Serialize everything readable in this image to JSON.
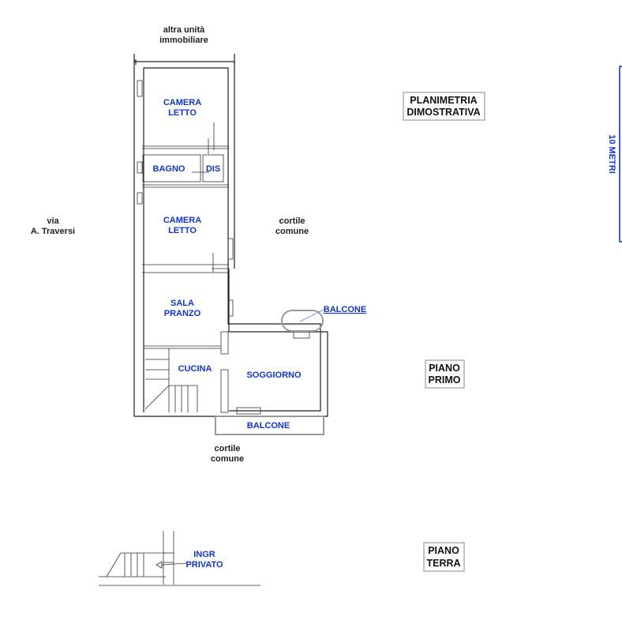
{
  "title": {
    "line1": "PLANIMETRIA",
    "line2": "DIMOSTRATIVA"
  },
  "scale_bar": {
    "label": "10 METRI",
    "color": "#1133dd"
  },
  "surroundings": {
    "top": {
      "line1": "altra unità",
      "line2": "immobiliare"
    },
    "left": {
      "line1": "via",
      "line2": "A. Traversi"
    },
    "right": {
      "line1": "cortile",
      "line2": "comune"
    },
    "bottom": {
      "line1": "cortile",
      "line2": "comune"
    }
  },
  "floors": {
    "primo": {
      "label": {
        "line1": "PIANO",
        "line2": "PRIMO"
      },
      "rooms": [
        {
          "id": "camera1",
          "line1": "CAMERA",
          "line2": "LETTO"
        },
        {
          "id": "bagno",
          "line1": "BAGNO"
        },
        {
          "id": "dis",
          "line1": "DIS"
        },
        {
          "id": "camera2",
          "line1": "CAMERA",
          "line2": "LETTO"
        },
        {
          "id": "sala",
          "line1": "SALA",
          "line2": "PRANZO"
        },
        {
          "id": "cucina",
          "line1": "CUCINA"
        },
        {
          "id": "soggiorno",
          "line1": "SOGGIORNO"
        },
        {
          "id": "balcone_front",
          "line1": "BALCONE"
        },
        {
          "id": "balcone_side",
          "line1": "BALCONE"
        }
      ]
    },
    "terra": {
      "label": {
        "line1": "PIANO",
        "line2": "TERRA"
      },
      "rooms": [
        {
          "id": "ingresso",
          "line1": "INGR",
          "line2": "PRIVATO"
        }
      ]
    }
  },
  "colors": {
    "room_label": "#1133dd",
    "text": "#222222",
    "walls": "#222222"
  }
}
